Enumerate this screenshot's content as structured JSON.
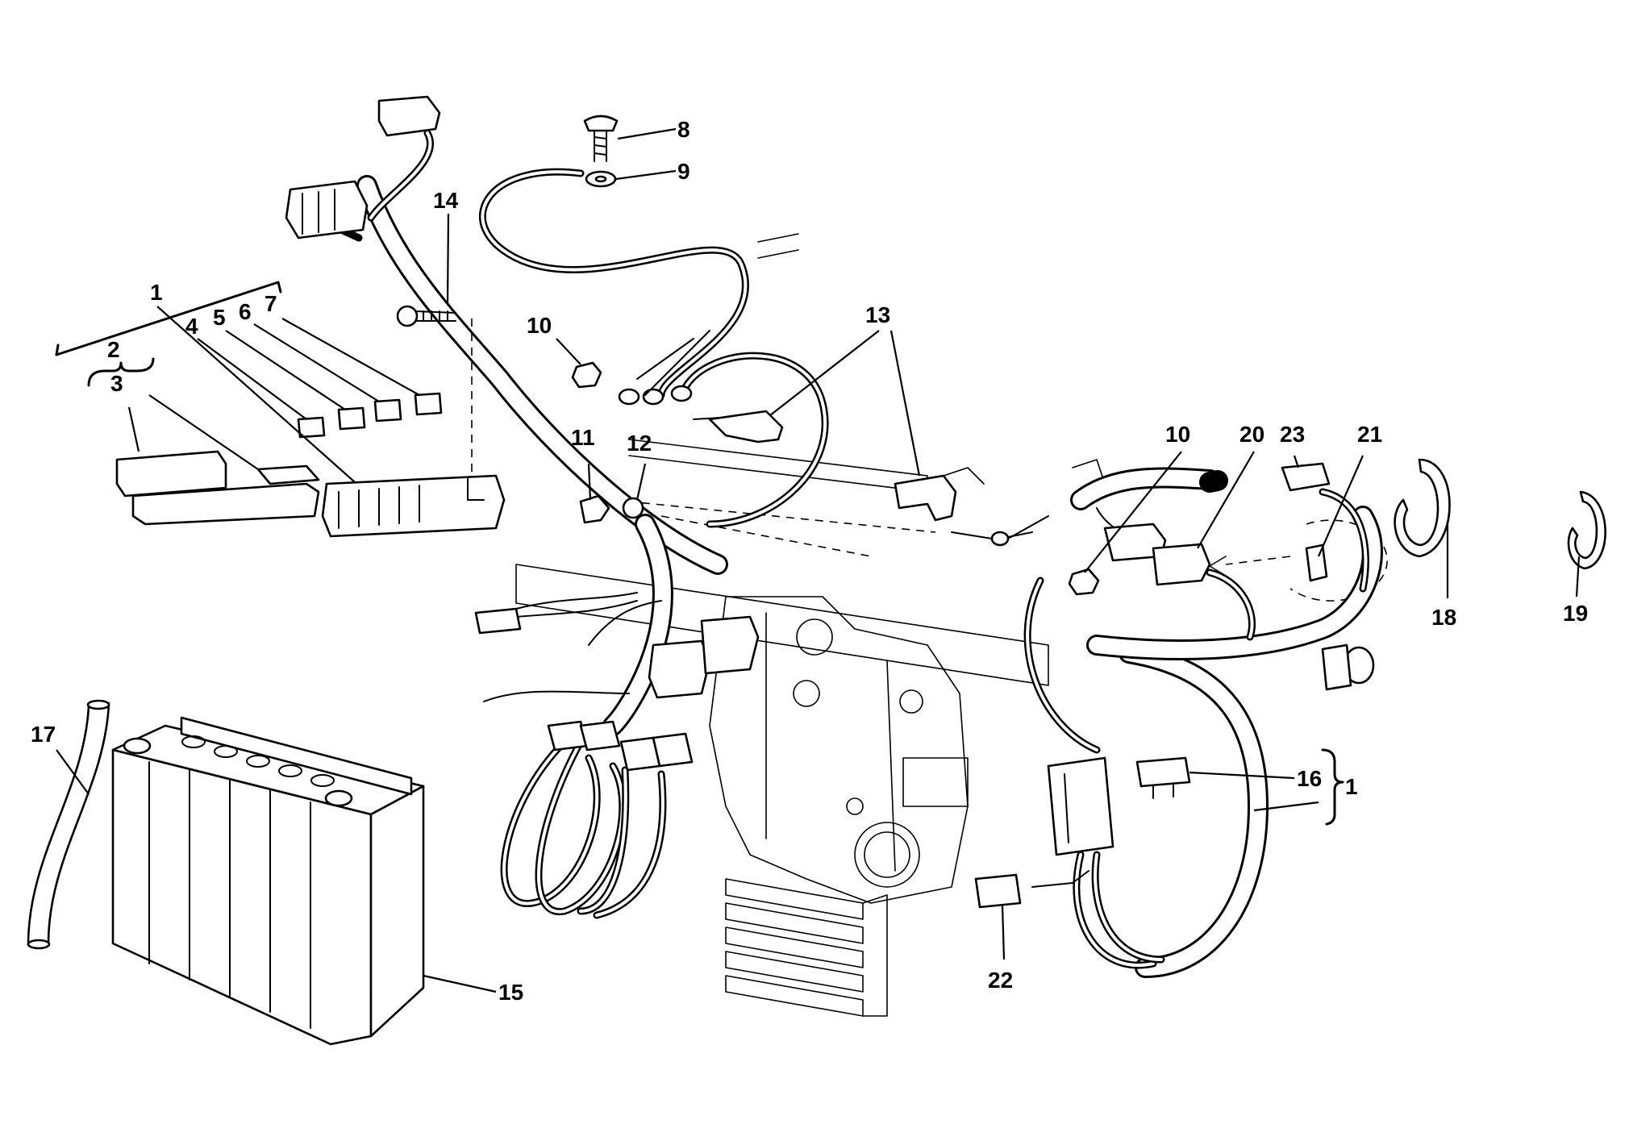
{
  "callouts": [
    {
      "id": "c1",
      "text": "1"
    },
    {
      "id": "c2",
      "text": "2"
    },
    {
      "id": "c3",
      "text": "3"
    },
    {
      "id": "c4",
      "text": "4"
    },
    {
      "id": "c5",
      "text": "5"
    },
    {
      "id": "c6",
      "text": "6"
    },
    {
      "id": "c7",
      "text": "7"
    },
    {
      "id": "c8",
      "text": "8"
    },
    {
      "id": "c9",
      "text": "9"
    },
    {
      "id": "c10a",
      "text": "10"
    },
    {
      "id": "c10b",
      "text": "10"
    },
    {
      "id": "c11",
      "text": "11"
    },
    {
      "id": "c12",
      "text": "12"
    },
    {
      "id": "c13",
      "text": "13"
    },
    {
      "id": "c14",
      "text": "14"
    },
    {
      "id": "c15",
      "text": "15"
    },
    {
      "id": "c16",
      "text": "16"
    },
    {
      "id": "c1b",
      "text": "1"
    },
    {
      "id": "c17",
      "text": "17"
    },
    {
      "id": "c18",
      "text": "18"
    },
    {
      "id": "c19",
      "text": "19"
    },
    {
      "id": "c20",
      "text": "20"
    },
    {
      "id": "c21",
      "text": "21"
    },
    {
      "id": "c22",
      "text": "22"
    },
    {
      "id": "c23",
      "text": "23"
    }
  ]
}
